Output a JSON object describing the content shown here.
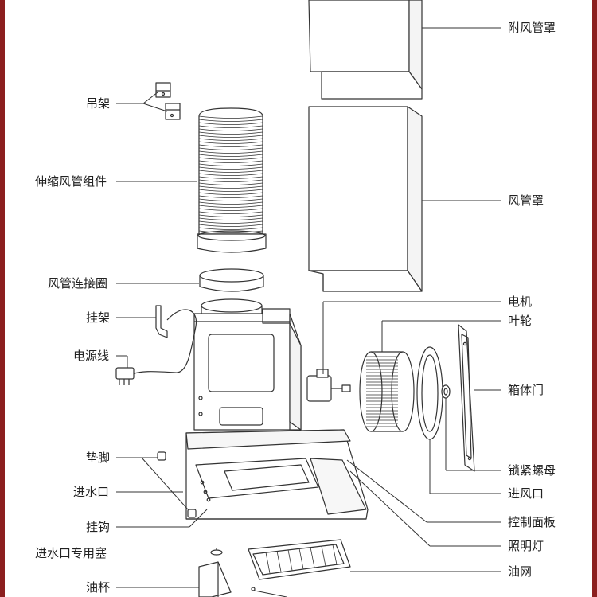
{
  "colors": {
    "frame": "#8c1f1f",
    "line": "#333333",
    "text": "#222222"
  },
  "labels_left": [
    "吊架",
    "伸缩风管组件",
    "风管连接圈",
    "挂架",
    "电源线",
    "垫脚",
    "进水口",
    "挂钩",
    "进水口专用塞",
    "油杯"
  ],
  "labels_right": [
    "附风管罩",
    "风管罩",
    "电机",
    "叶轮",
    "箱体门",
    "锁紧螺母",
    "进风口",
    "控制面板",
    "照明灯",
    "油网"
  ]
}
